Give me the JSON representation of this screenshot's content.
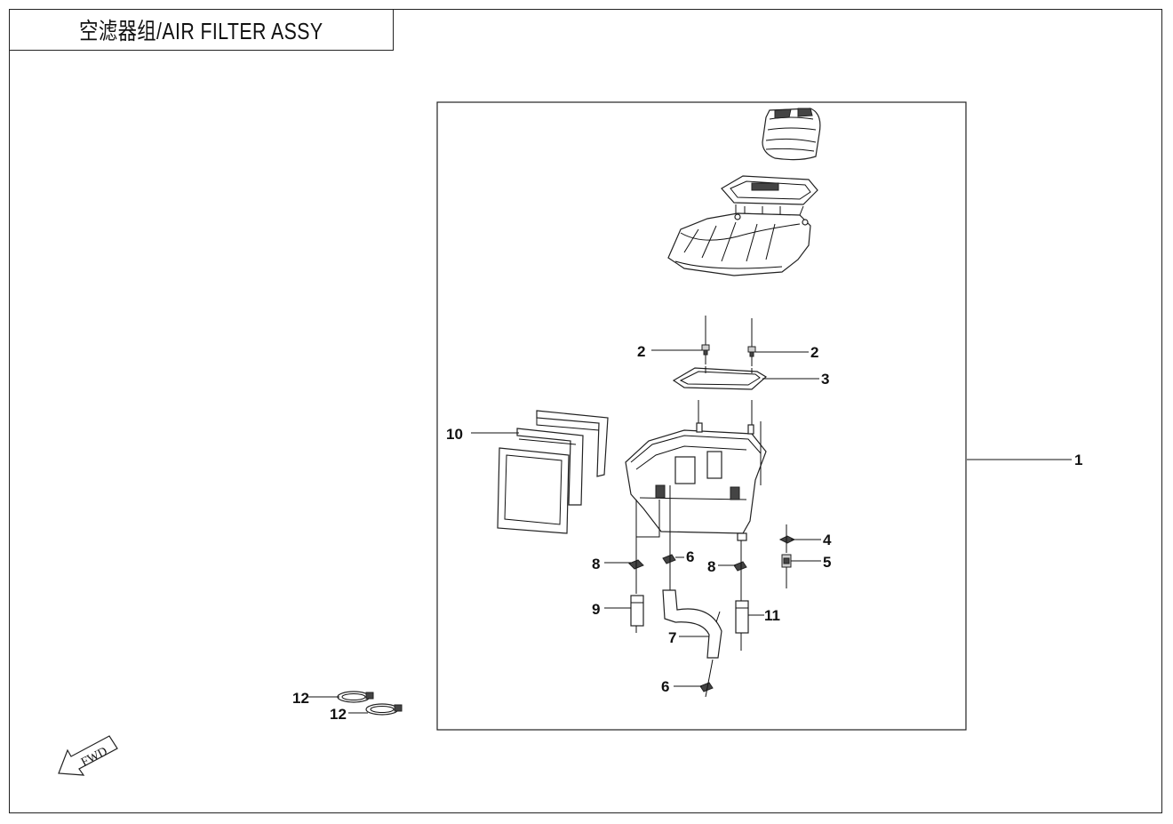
{
  "title": "空滤器组/AIR FILTER  ASSY",
  "fwd_label": "FWD",
  "callouts": {
    "c1": "1",
    "c2a": "2",
    "c2b": "2",
    "c3": "3",
    "c4": "4",
    "c5": "5",
    "c6a": "6",
    "c6b": "6",
    "c7": "7",
    "c8a": "8",
    "c8b": "8",
    "c9": "9",
    "c10": "10",
    "c11": "11",
    "c12a": "12",
    "c12b": "12"
  }
}
